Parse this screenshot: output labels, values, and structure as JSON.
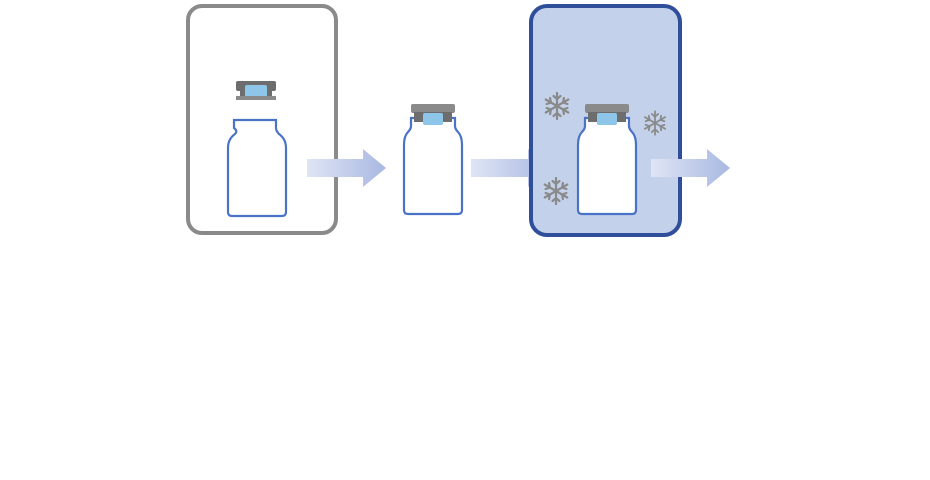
{
  "diagram": {
    "colors": {
      "background": "#ffffff",
      "filling_box_border": "#8a8a8a",
      "freezer_box_border": "#2f4f9a",
      "freezer_box_fill": "#c3d1ea",
      "vial_outline": "#4a73c8",
      "vial_fill": "#ffffff",
      "stopper_cap": "#6d6d6d",
      "stopper_plug": "#8ec6ea",
      "arrow_fill": "#b7c3e6",
      "snowflake": "#8a8a8a"
    },
    "icons": {
      "vial": "vial-icon",
      "stopper": "stopper-icon",
      "arrow": "arrow-right-icon",
      "snowflake": "snowflake-icon"
    },
    "stages": [
      {
        "name": "filling-stage",
        "stopper_state": "open"
      },
      {
        "name": "stoppered-stage",
        "stopper_state": "inserted"
      },
      {
        "name": "freezing-stage",
        "stopper_state": "inserted"
      }
    ]
  }
}
